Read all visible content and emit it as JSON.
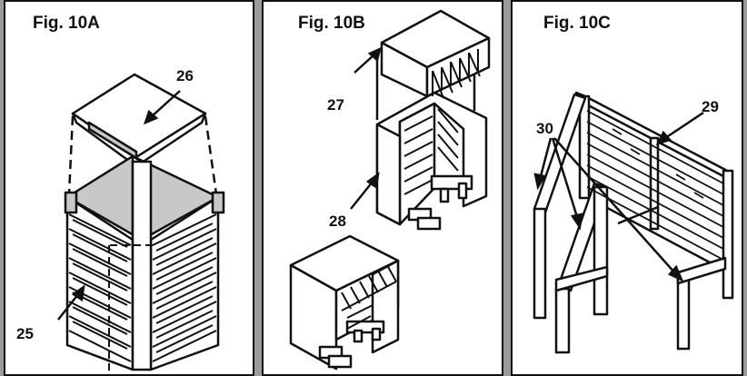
{
  "colors": {
    "background": "#9b9b9b",
    "panel": "#ffffff",
    "ink": "#111111",
    "shade": "#c8c8c8"
  },
  "panels": [
    {
      "title": "Fig. 10A",
      "callouts": [
        "26",
        "25"
      ]
    },
    {
      "title": "Fig. 10B",
      "callouts": [
        "27",
        "28"
      ]
    },
    {
      "title": "Fig. 10C",
      "callouts": [
        "29",
        "30"
      ]
    }
  ]
}
